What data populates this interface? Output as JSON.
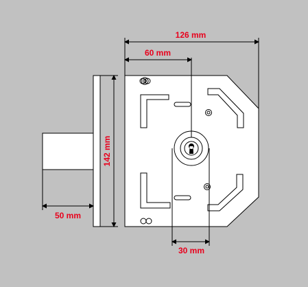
{
  "colors": {
    "background": "#c1c1c1",
    "lock_body": "#ffffff",
    "outline": "#000000",
    "dimension_text": "#e8001c"
  },
  "dimensions": {
    "width_total": "126 mm",
    "backset": "60 mm",
    "height": "142 mm",
    "cylinder_projection": "50 mm",
    "key_offset": "30 mm"
  }
}
